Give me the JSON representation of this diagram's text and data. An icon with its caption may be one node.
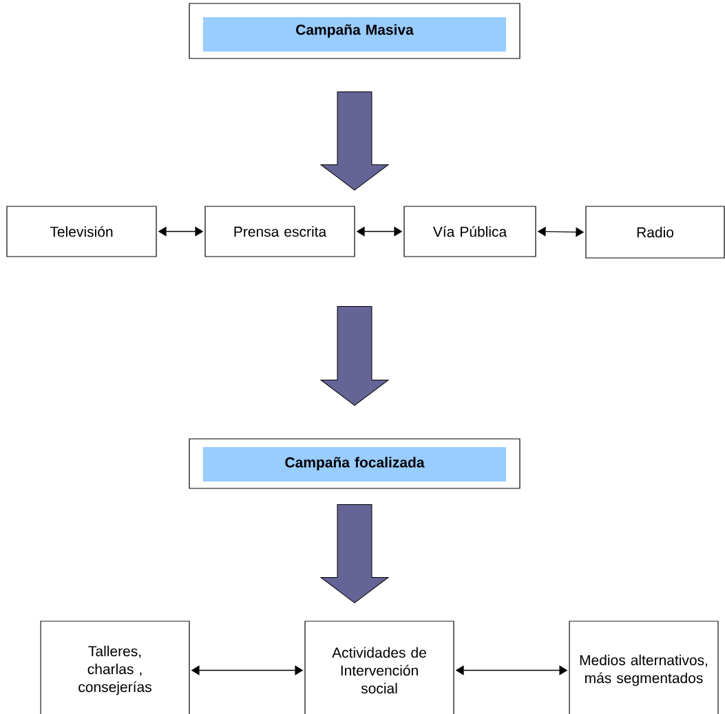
{
  "diagram": {
    "nodes": [
      {
        "text": [
          "Campaña Masiva"
        ]
      },
      {
        "text": [
          "Televisión"
        ]
      },
      {
        "text": [
          "Prensa escrita"
        ]
      },
      {
        "text": [
          "Vía Pública"
        ]
      },
      {
        "text": [
          "Radio"
        ]
      },
      {
        "text": [
          "Campaña focalizada"
        ]
      },
      {
        "text": [
          "Talleres, charlas , consejerías"
        ]
      },
      {
        "text": [
          "Actividades de Intervención social"
        ]
      },
      {
        "text": [
          "Medios alternativos, más segmentados"
        ]
      }
    ],
    "edges": [
      {
        "from": 0,
        "to": 2,
        "arrow": "to",
        "style": "thick",
        "color": "#646496"
      },
      {
        "from": 1,
        "to": 2,
        "arrow": "both"
      },
      {
        "from": 2,
        "to": 3,
        "arrow": "both"
      },
      {
        "from": 3,
        "to": 4,
        "arrow": "both"
      },
      {
        "from": 2,
        "to": 5,
        "arrow": "to",
        "style": "thick",
        "color": "#646496"
      },
      {
        "from": 5,
        "to": 7,
        "arrow": "to",
        "style": "thick",
        "color": "#646496"
      },
      {
        "from": 6,
        "to": 7,
        "arrow": "both"
      },
      {
        "from": 7,
        "to": 8,
        "arrow": "both"
      }
    ]
  }
}
